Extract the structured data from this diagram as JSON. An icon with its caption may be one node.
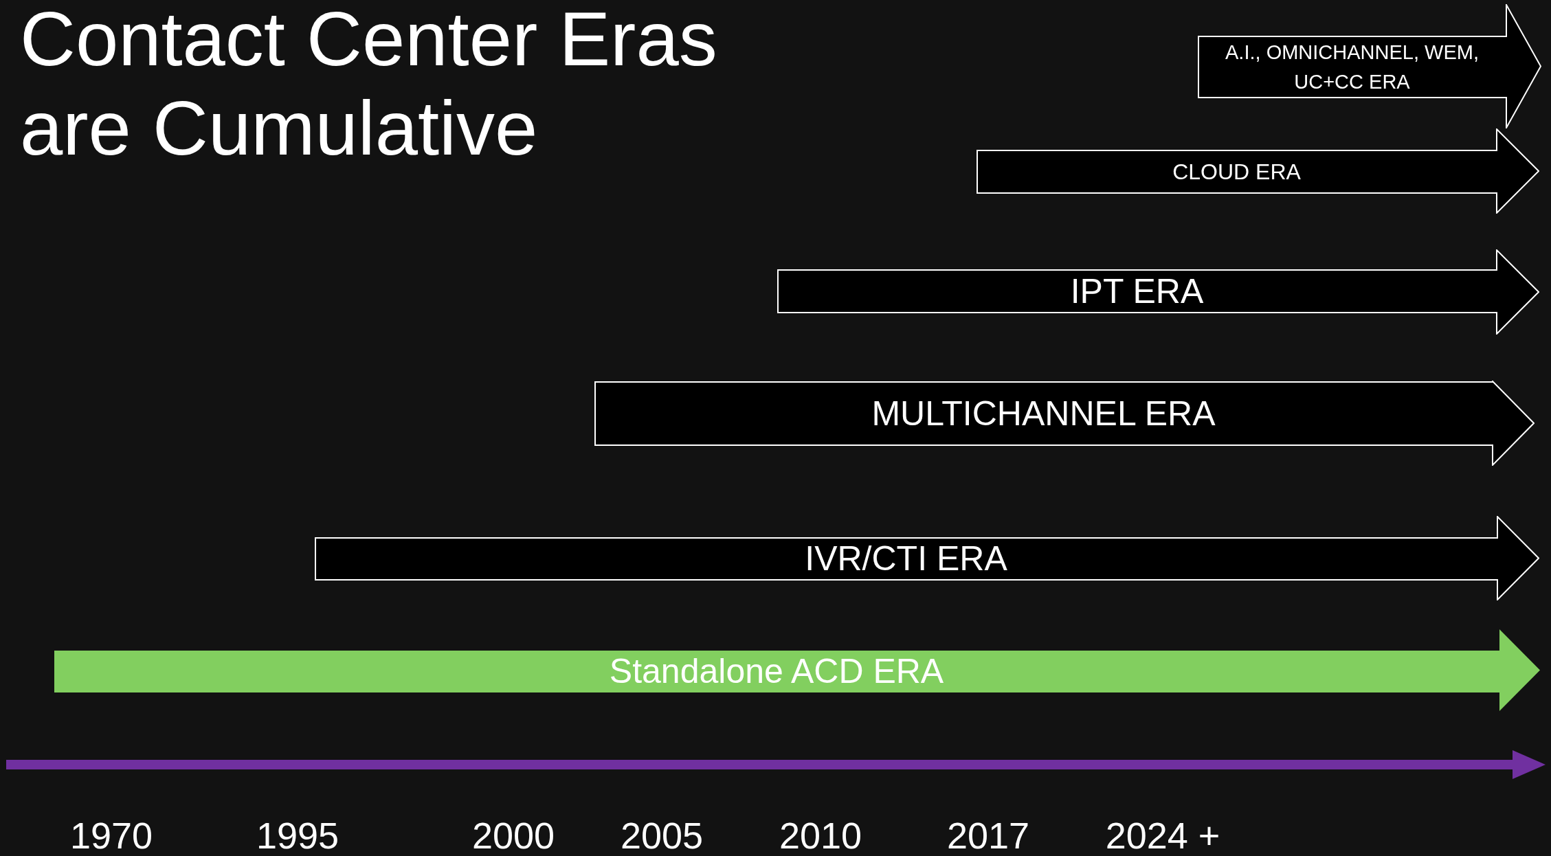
{
  "diagram": {
    "title": "Contact Center Eras are Cumulative",
    "nodes": [
      {
        "text": [
          "A.I., OMNICHANNEL, WEM, UC+CC ERA"
        ]
      },
      {
        "text": [
          "CLOUD ERA"
        ]
      },
      {
        "text": [
          "IPT ERA"
        ]
      },
      {
        "text": [
          "MULTICHANNEL ERA"
        ]
      },
      {
        "text": [
          "IVR/CTI ERA"
        ]
      },
      {
        "text": [
          "Standalone ACD ERA"
        ]
      }
    ],
    "labels": [
      "1970",
      "1995",
      "2000",
      "2005",
      "2010",
      "2017",
      "2024 +"
    ]
  }
}
